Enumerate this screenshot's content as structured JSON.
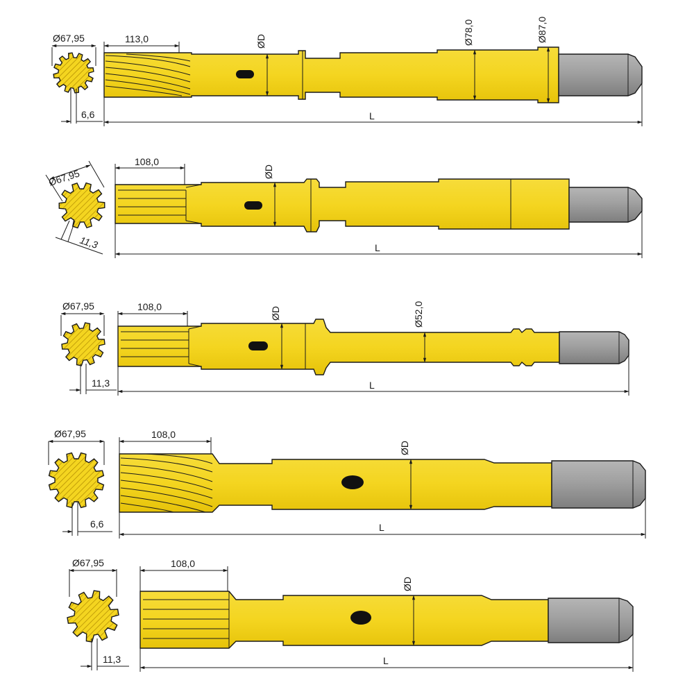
{
  "colors": {
    "body_fill": "#f4d520",
    "body_shade": "#e2c000",
    "cap_fill": "#9c9c9c",
    "cap_light": "#c8c8c8",
    "outline": "#1a1a1a",
    "slot": "#111111"
  },
  "rods": [
    {
      "id": "rod-1",
      "spline_type": "helical",
      "dims": {
        "cross_dia": "Ø67,95",
        "spline_len": "113,0",
        "groove": "6,6",
        "shank_dia": "ØD",
        "dia_a": "Ø78,0",
        "dia_b": "Ø87,0",
        "length": "L"
      }
    },
    {
      "id": "rod-2",
      "spline_type": "straight",
      "dims": {
        "cross_dia": "Ø67,95",
        "spline_len": "108,0",
        "groove": "11,3",
        "shank_dia": "ØD",
        "length": "L"
      }
    },
    {
      "id": "rod-3",
      "spline_type": "straight",
      "dims": {
        "cross_dia": "Ø67,95",
        "spline_len": "108,0",
        "groove": "11,3",
        "shank_dia": "ØD",
        "dia_a": "Ø52,0",
        "length": "L"
      }
    },
    {
      "id": "rod-4",
      "spline_type": "helical",
      "dims": {
        "cross_dia": "Ø67,95",
        "spline_len": "108,0",
        "groove": "6,6",
        "shank_dia": "ØD",
        "length": "L"
      }
    },
    {
      "id": "rod-5",
      "spline_type": "straight",
      "dims": {
        "cross_dia": "Ø67,95",
        "spline_len": "108,0",
        "groove": "11,3",
        "shank_dia": "ØD",
        "length": "L"
      }
    }
  ]
}
